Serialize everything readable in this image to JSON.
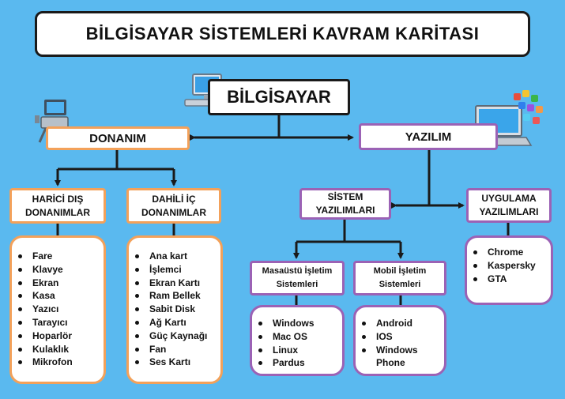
{
  "title": "BİLGİSAYAR SİSTEMLERİ KAVRAM KARİTASI",
  "root": "BİLGİSAYAR",
  "donanim": "DONANIM",
  "yazilim": "YAZILIM",
  "harici": {
    "label": "HARİCİ DIŞ DONANIMLAR",
    "items": [
      "Fare",
      "Klavye",
      "Ekran",
      "Kasa",
      "Yazıcı",
      "Tarayıcı",
      "Hoparlör",
      "Kulaklık",
      "Mikrofon"
    ]
  },
  "dahili": {
    "label": "DAHİLİ İÇ DONANIMLAR",
    "items": [
      "Ana kart",
      "İşlemci",
      "Ekran Kartı",
      "Ram Bellek",
      "Sabit Disk",
      "Ağ Kartı",
      "Güç Kaynağı",
      "Fan",
      "Ses Kartı"
    ]
  },
  "sistem": {
    "label": "SİSTEM YAZILIMLARI"
  },
  "uygulama": {
    "label": "UYGULAMA YAZILIMLARI",
    "items": [
      "Chrome",
      "Kaspersky",
      "GTA"
    ]
  },
  "masaustu": {
    "label": "Masaüstü İşletim Sistemleri",
    "items": [
      "Windows",
      "Mac OS",
      "Linux",
      "Pardus"
    ]
  },
  "mobil": {
    "label": "Mobil İşletim Sistemleri",
    "items": [
      "Android",
      "IOS",
      "Windows Phone"
    ]
  },
  "colors": {
    "background": "#5ab9ef",
    "hardware_border": "#f3a15a",
    "software_border": "#9b62b5",
    "line": "#1a1a1a"
  },
  "icons": [
    "computer-icon",
    "robot-computer-icon",
    "laptop-apps-icon"
  ]
}
